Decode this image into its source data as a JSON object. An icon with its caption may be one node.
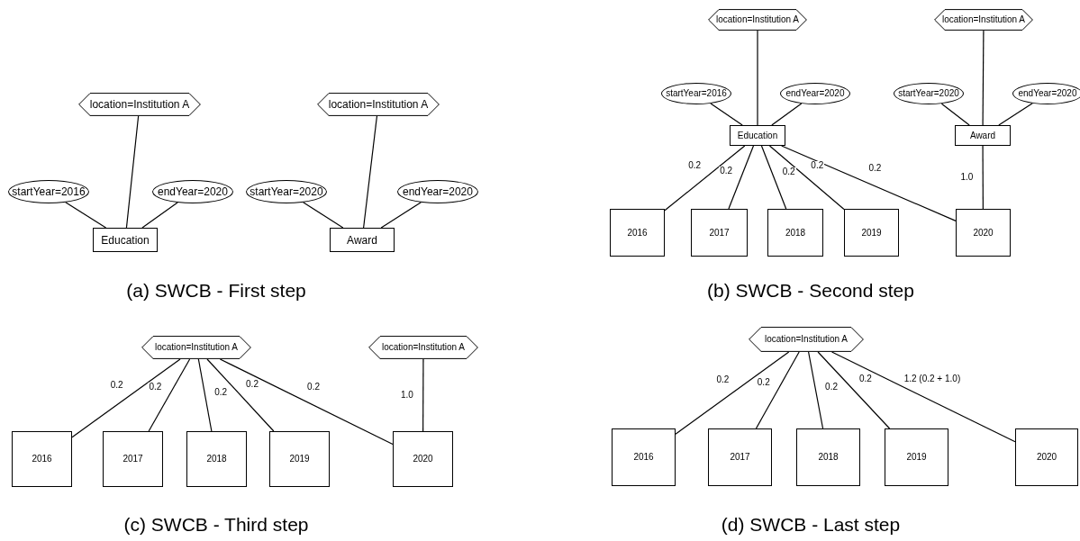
{
  "diagram": {
    "nodes": [
      {
        "text": [
          "location=Institution A"
        ]
      },
      {
        "text": [
          "location=Institution A"
        ]
      },
      {
        "text": [
          "startYear=2016"
        ]
      },
      {
        "text": [
          "endYear=2020"
        ]
      },
      {
        "text": [
          "startYear=2020"
        ]
      },
      {
        "text": [
          "endYear=2020"
        ]
      },
      {
        "text": [
          "Education"
        ]
      },
      {
        "text": [
          "Award"
        ]
      },
      {
        "text": [
          "location=Institution A"
        ]
      },
      {
        "text": [
          "location=Institution A"
        ]
      },
      {
        "text": [
          "startYear=2016"
        ]
      },
      {
        "text": [
          "endYear=2020"
        ]
      },
      {
        "text": [
          "startYear=2020"
        ]
      },
      {
        "text": [
          "endYear=2020"
        ]
      },
      {
        "text": [
          "Education"
        ]
      },
      {
        "text": [
          "Award"
        ]
      },
      {
        "text": [
          "2016"
        ]
      },
      {
        "text": [
          "2017"
        ]
      },
      {
        "text": [
          "2018"
        ]
      },
      {
        "text": [
          "2019"
        ]
      },
      {
        "text": [
          "2020"
        ]
      },
      {
        "text": [
          "location=Institution A"
        ]
      },
      {
        "text": [
          "location=Institution A"
        ]
      },
      {
        "text": [
          "2016"
        ]
      },
      {
        "text": [
          "2017"
        ]
      },
      {
        "text": [
          "2018"
        ]
      },
      {
        "text": [
          "2019"
        ]
      },
      {
        "text": [
          "2020"
        ]
      },
      {
        "text": [
          "location=Institution A"
        ]
      },
      {
        "text": [
          "2016"
        ]
      },
      {
        "text": [
          "2017"
        ]
      },
      {
        "text": [
          "2018"
        ]
      },
      {
        "text": [
          "2019"
        ]
      },
      {
        "text": [
          "2020"
        ]
      }
    ],
    "edges": [
      {
        "from": 0,
        "to": 6,
        "arrow": "none"
      },
      {
        "from": 2,
        "to": 6,
        "arrow": "none"
      },
      {
        "from": 3,
        "to": 6,
        "arrow": "none"
      },
      {
        "from": 1,
        "to": 7,
        "arrow": "none"
      },
      {
        "from": 4,
        "to": 7,
        "arrow": "none"
      },
      {
        "from": 5,
        "to": 7,
        "arrow": "none"
      },
      {
        "from": 8,
        "to": 14,
        "arrow": "none"
      },
      {
        "from": 10,
        "to": 14,
        "arrow": "none"
      },
      {
        "from": 11,
        "to": 14,
        "arrow": "none"
      },
      {
        "from": 9,
        "to": 15,
        "arrow": "none"
      },
      {
        "from": 12,
        "to": 15,
        "arrow": "none"
      },
      {
        "from": 13,
        "to": 15,
        "arrow": "none"
      },
      {
        "from": 14,
        "to": 16,
        "arrow": "none",
        "label": "0.2"
      },
      {
        "from": 14,
        "to": 17,
        "arrow": "none",
        "label": "0.2"
      },
      {
        "from": 14,
        "to": 18,
        "arrow": "none",
        "label": "0.2"
      },
      {
        "from": 14,
        "to": 19,
        "arrow": "none",
        "label": "0.2"
      },
      {
        "from": 14,
        "to": 20,
        "arrow": "none",
        "label": "0.2"
      },
      {
        "from": 15,
        "to": 20,
        "arrow": "none",
        "label": "1.0"
      },
      {
        "from": 21,
        "to": 23,
        "arrow": "none",
        "label": "0.2"
      },
      {
        "from": 21,
        "to": 24,
        "arrow": "none",
        "label": "0.2"
      },
      {
        "from": 21,
        "to": 25,
        "arrow": "none",
        "label": "0.2"
      },
      {
        "from": 21,
        "to": 26,
        "arrow": "none",
        "label": "0.2"
      },
      {
        "from": 21,
        "to": 27,
        "arrow": "none",
        "label": "0.2"
      },
      {
        "from": 22,
        "to": 27,
        "arrow": "none",
        "label": "1.0"
      },
      {
        "from": 28,
        "to": 29,
        "arrow": "none",
        "label": "0.2"
      },
      {
        "from": 28,
        "to": 30,
        "arrow": "none",
        "label": "0.2"
      },
      {
        "from": 28,
        "to": 31,
        "arrow": "none",
        "label": "0.2"
      },
      {
        "from": 28,
        "to": 32,
        "arrow": "none",
        "label": "0.2"
      },
      {
        "from": 28,
        "to": 33,
        "arrow": "none",
        "label": "1.2 (0.2 + 1.0)"
      }
    ],
    "labels": [
      "(a) SWCB - First step",
      "(b) SWCB - Second step",
      "(c) SWCB - Third step",
      "(d) SWCB - Last step"
    ]
  }
}
